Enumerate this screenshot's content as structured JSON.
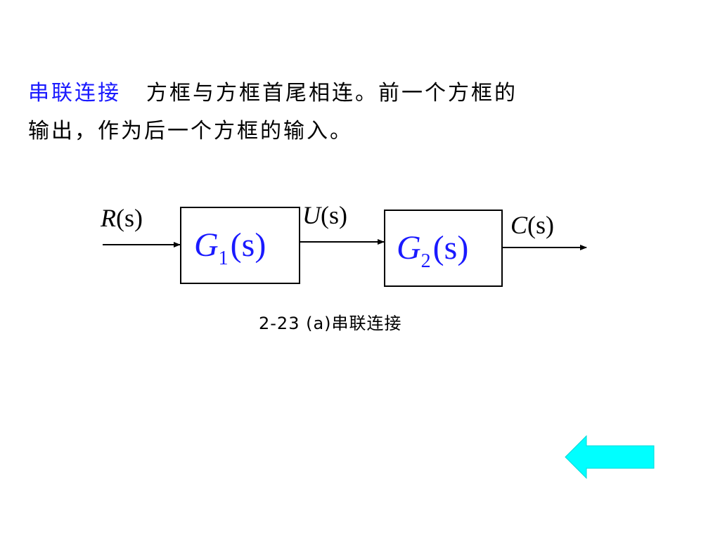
{
  "intro": {
    "term": "串联连接",
    "line1": "方框与方框首尾相连。前一个方框的",
    "line2": "输出，作为后一个方框的输入。"
  },
  "diagram": {
    "input_label": {
      "name": "R",
      "arg": "(s)"
    },
    "block1": {
      "name": "G",
      "sub": "1",
      "arg": "(s)"
    },
    "middle_label": {
      "name": "U",
      "arg": "(s)"
    },
    "block2": {
      "name": "G",
      "sub": "2",
      "arg": "(s)"
    },
    "output_label": {
      "name": "C",
      "arg": "(s)"
    },
    "block_text_color": "#1a1aff",
    "caption": "2-23 (a)串联连接"
  },
  "nav": {
    "back_icon": "left-arrow-icon",
    "back_color": "#00ffff"
  }
}
